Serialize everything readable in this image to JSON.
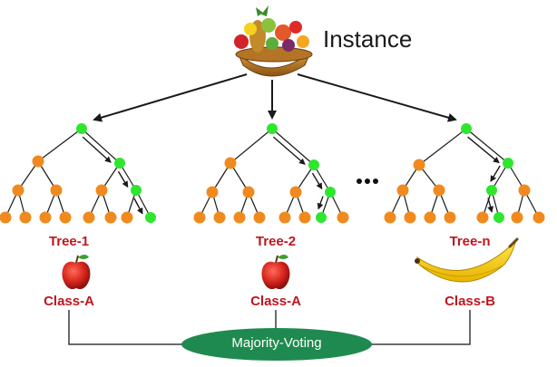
{
  "instance": {
    "label": "Instance",
    "icon": "fruit-basket-icon"
  },
  "colors": {
    "internal_node": "#f08a1f",
    "path_node": "#2ee62e",
    "label_red": "#c0161f",
    "voting_green": "#1f8a4f",
    "edge": "#1a1a1a"
  },
  "ellipsis": "...",
  "trees": [
    {
      "label": "Tree-1",
      "class_label": "Class-A",
      "result_icon": "apple-icon"
    },
    {
      "label": "Tree-2",
      "class_label": "Class-A",
      "result_icon": "apple-icon"
    },
    {
      "label": "Tree-n",
      "class_label": "Class-B",
      "result_icon": "banana-icon"
    }
  ],
  "voting": {
    "label": "Majority-Voting"
  }
}
